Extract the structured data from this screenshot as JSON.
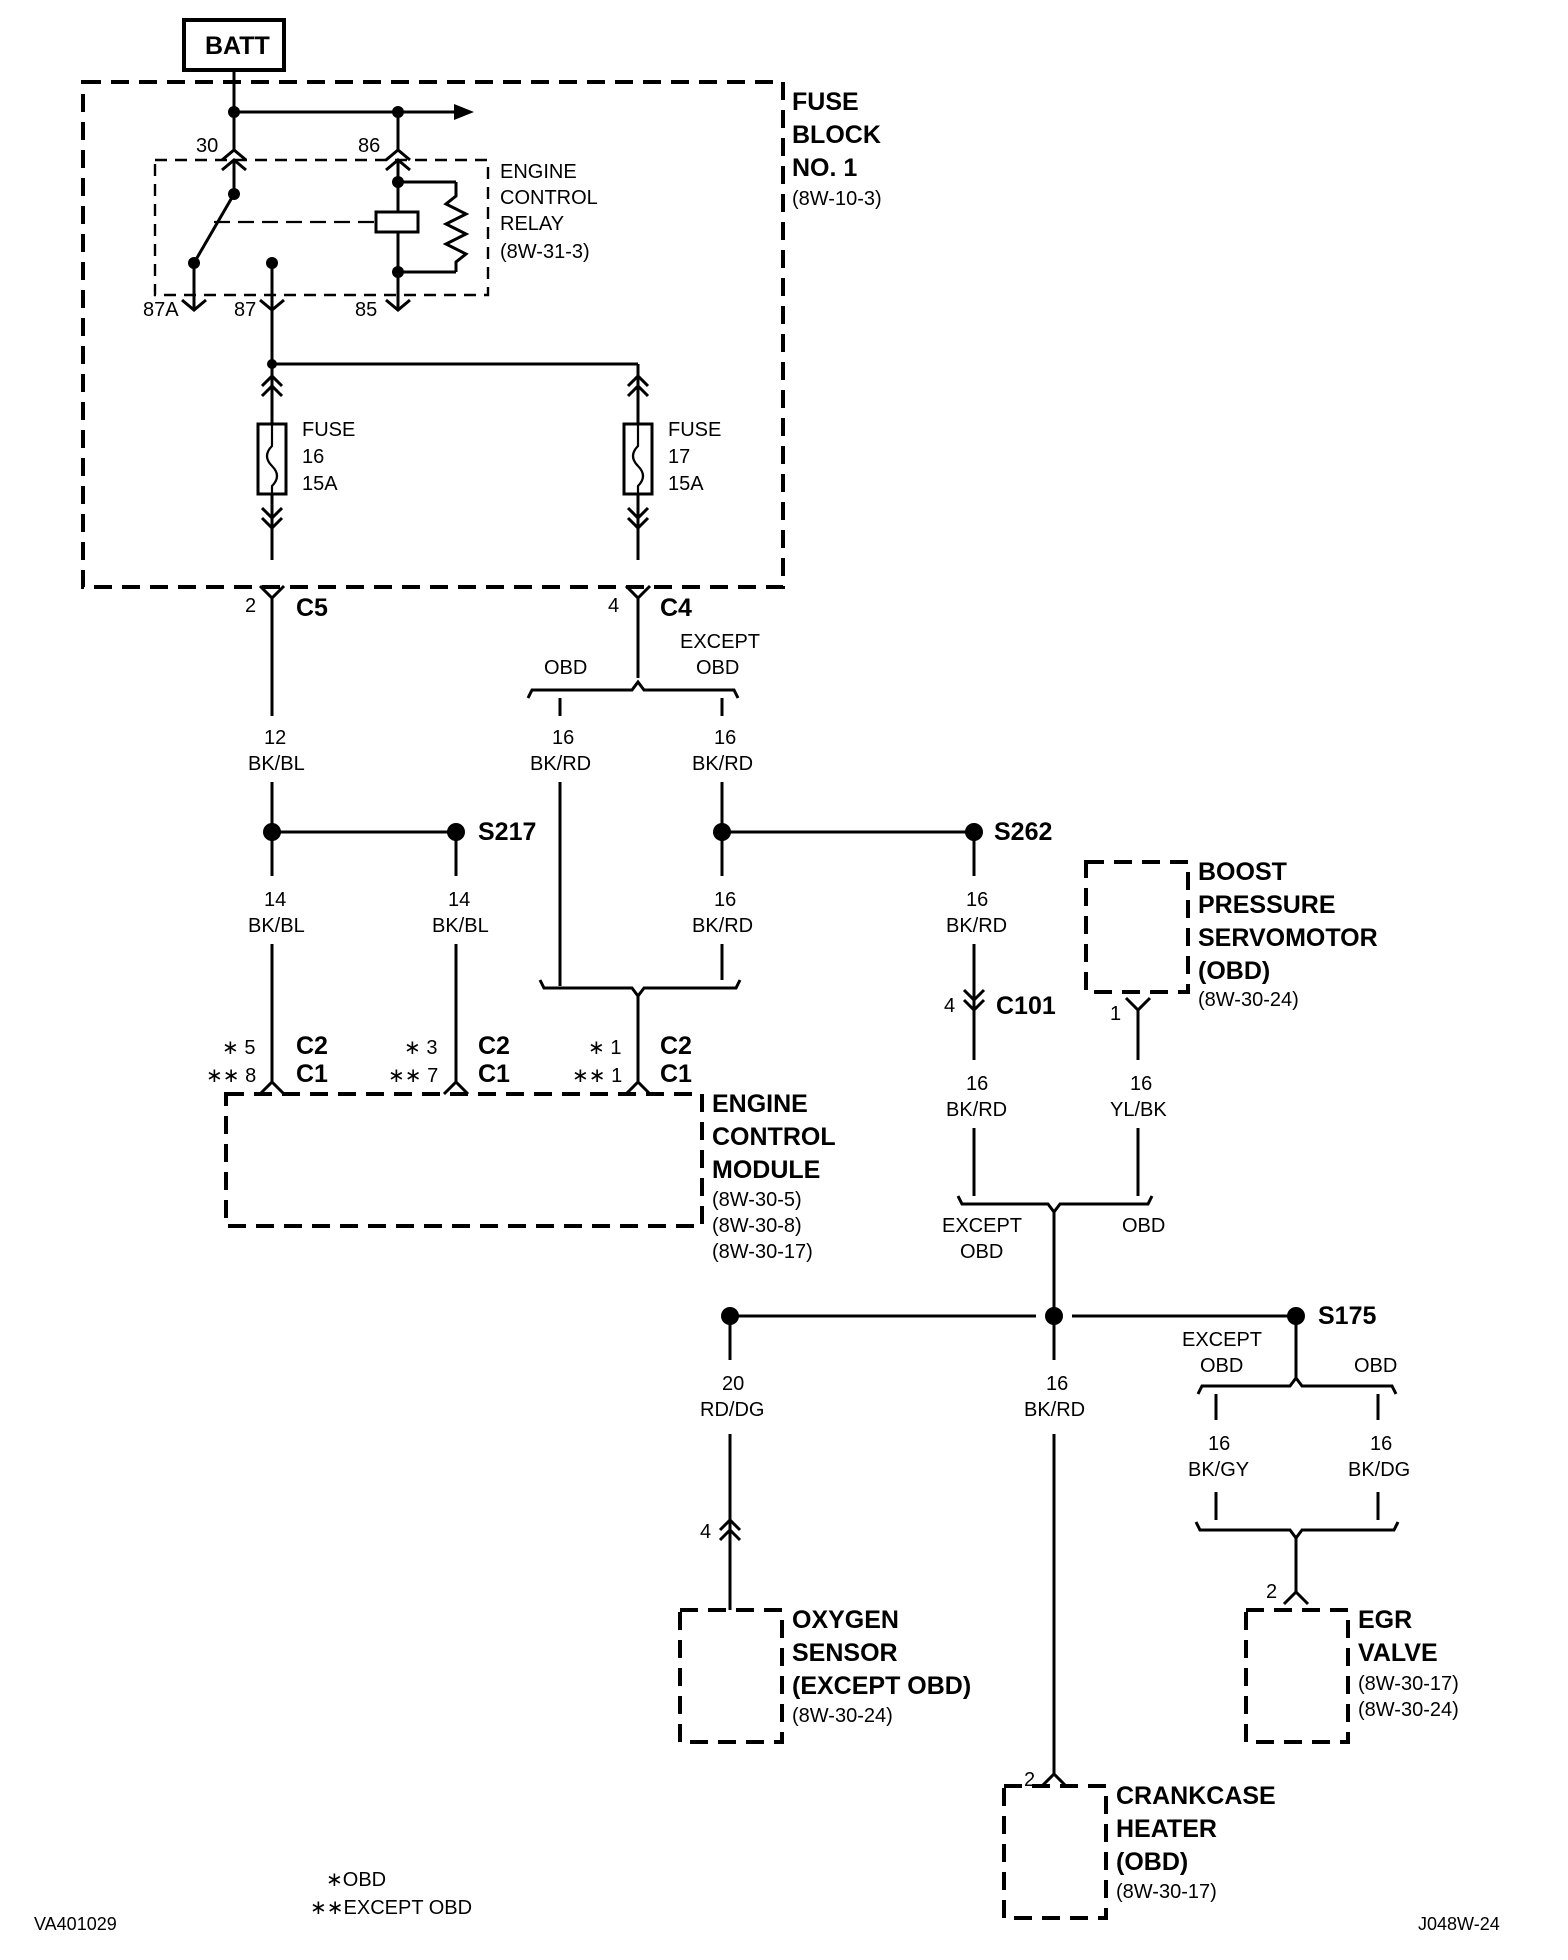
{
  "batt": "BATT",
  "fuse_block": {
    "title_lines": [
      "FUSE",
      "BLOCK",
      "NO. 1"
    ],
    "ref": "(8W-10-3)"
  },
  "relay": {
    "label_lines": [
      "ENGINE",
      "CONTROL",
      "RELAY"
    ],
    "ref": "(8W-31-3)",
    "pins": {
      "p30": "30",
      "p86": "86",
      "p87a": "87A",
      "p87": "87",
      "p85": "85"
    }
  },
  "fuse16": {
    "lines": [
      "FUSE",
      "16",
      "15A"
    ]
  },
  "fuse17": {
    "lines": [
      "FUSE",
      "17",
      "15A"
    ]
  },
  "c5": {
    "pin": "2",
    "name": "C5"
  },
  "c4": {
    "pin": "4",
    "name": "C4"
  },
  "branch_top": {
    "obd": "OBD",
    "except1": "EXCEPT",
    "except2": "OBD"
  },
  "wires": {
    "w12_bkbl": [
      "12",
      "BK/BL"
    ],
    "w16_bkrd_obd": [
      "16",
      "BK/RD"
    ],
    "w16_bkrd_exc": [
      "16",
      "BK/RD"
    ],
    "w14_bkbl_a": [
      "14",
      "BK/BL"
    ],
    "w14_bkbl_b": [
      "14",
      "BK/BL"
    ],
    "w16_bkrd_mid": [
      "16",
      "BK/RD"
    ],
    "w16_bkrd_s262": [
      "16",
      "BK/RD"
    ],
    "w16_bkrd_c101": [
      "16",
      "BK/RD"
    ],
    "w16_ylbk": [
      "16",
      "YL/BK"
    ],
    "w20_rddg": [
      "20",
      "RD/DG"
    ],
    "w16_bkrd_crank": [
      "16",
      "BK/RD"
    ],
    "w16_bkgy": [
      "16",
      "BK/GY"
    ],
    "w16_bkdg": [
      "16",
      "BK/DG"
    ]
  },
  "splices": {
    "s217": "S217",
    "s262": "S262",
    "s175": "S175"
  },
  "ecm_pins": {
    "a_top": "∗ 5",
    "a_bot": "∗∗ 8",
    "b_top": "∗ 3",
    "b_bot": "∗∗ 7",
    "c_top": "∗ 1",
    "c_bot": "∗∗ 1",
    "c2": "C2",
    "c1": "C1"
  },
  "ecm": {
    "label_lines": [
      "ENGINE",
      "CONTROL",
      "MODULE"
    ],
    "refs": [
      "(8W-30-5)",
      "(8W-30-8)",
      "(8W-30-17)"
    ]
  },
  "boost": {
    "label_lines": [
      "BOOST",
      "PRESSURE",
      "SERVOMOTOR",
      "(OBD)"
    ],
    "ref": "(8W-30-24)",
    "pin": "1"
  },
  "c101": {
    "pin": "4",
    "name": "C101"
  },
  "branch_mid": {
    "except1": "EXCEPT",
    "except2": "OBD",
    "obd": "OBD"
  },
  "branch_s175": {
    "except1": "EXCEPT",
    "except2": "OBD",
    "obd": "OBD"
  },
  "oxygen": {
    "label_lines": [
      "OXYGEN",
      "SENSOR",
      "(EXCEPT OBD)"
    ],
    "ref": "(8W-30-24)",
    "pin": "4"
  },
  "egr": {
    "label_lines": [
      "EGR",
      "VALVE"
    ],
    "refs": [
      "(8W-30-17)",
      "(8W-30-24)"
    ],
    "pin": "2"
  },
  "crankcase": {
    "label_lines": [
      "CRANKCASE",
      "HEATER",
      "(OBD)"
    ],
    "ref": "(8W-30-17)",
    "pin": "2"
  },
  "legend": {
    "obd": "∗OBD",
    "except": "∗∗EXCEPT OBD"
  },
  "footer": {
    "left": "VA401029",
    "right": "J048W-24"
  }
}
